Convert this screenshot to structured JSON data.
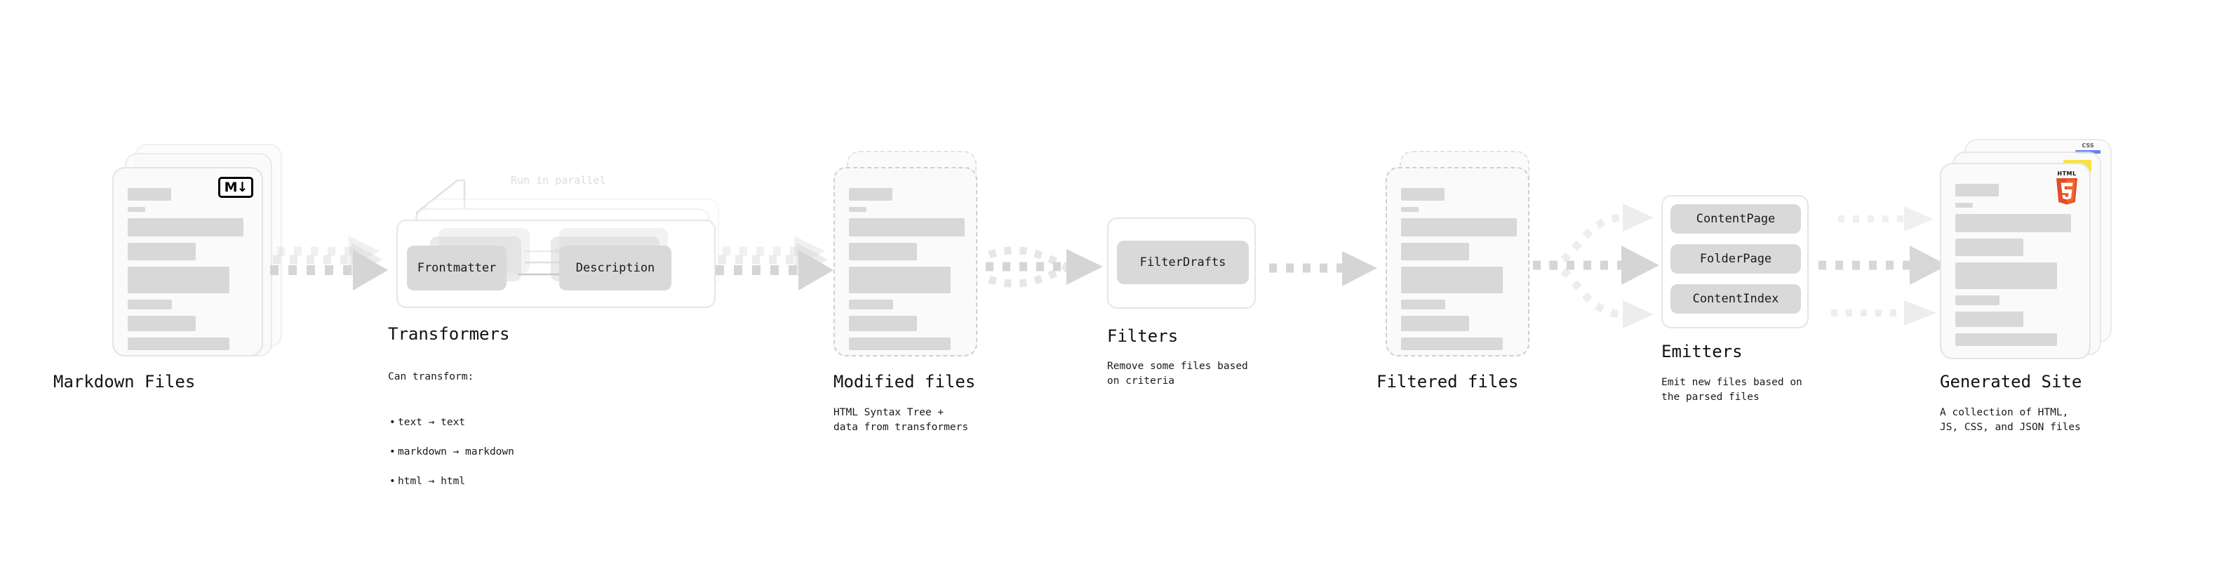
{
  "diagram": {
    "title_color": "#111111",
    "accent_colors": {
      "markdown_badge": "#000000",
      "css": "#264de4",
      "js": "#f7df1e",
      "html5_shield": "#e44d26",
      "html5_shield_light": "#f16529",
      "chip_fill": "#d9d9d9",
      "card_fill": "#fafafa",
      "arrow": "#d5d5d5"
    },
    "stages": [
      {
        "id": "markdown-files",
        "title": "Markdown Files",
        "desc": "",
        "badge": "M↓",
        "badge_name": "markdown-badge"
      },
      {
        "id": "transformers",
        "title": "Transformers",
        "desc_lead": "Can transform:",
        "desc_items": [
          "text → text",
          "markdown → markdown",
          "html → html"
        ],
        "annotation": "Run in parallel",
        "chips": [
          "Frontmatter",
          "Description"
        ]
      },
      {
        "id": "modified-files",
        "title": "Modified files",
        "desc": "HTML Syntax Tree +\ndata from transformers"
      },
      {
        "id": "filters",
        "title": "Filters",
        "desc": "Remove some files based\non criteria",
        "chips": [
          "FilterDrafts"
        ]
      },
      {
        "id": "filtered-files",
        "title": "Filtered files",
        "desc": ""
      },
      {
        "id": "emitters",
        "title": "Emitters",
        "desc": "Emit new files based on\nthe parsed files",
        "chips": [
          "ContentPage",
          "FolderPage",
          "ContentIndex"
        ]
      },
      {
        "id": "generated-site",
        "title": "Generated Site",
        "desc": "A collection of HTML,\nJS, CSS, and JSON files",
        "badges": [
          "CSS",
          "JS",
          "HTML5"
        ]
      }
    ]
  }
}
